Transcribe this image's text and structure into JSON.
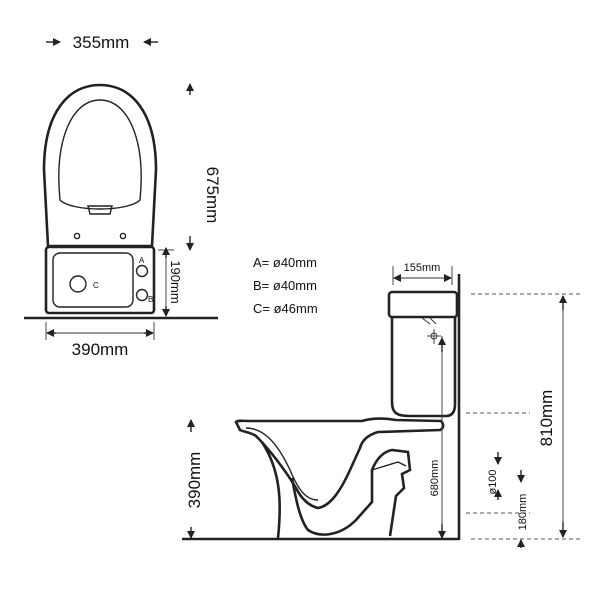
{
  "top_view": {
    "width_label": "355mm",
    "length_label": "675mm",
    "tank_depth_label": "190mm",
    "base_width_label": "390mm",
    "marker_a": "A",
    "marker_b": "B",
    "marker_c": "C"
  },
  "legend": {
    "a": "A= ø40mm",
    "b": "B= ø40mm",
    "c": "C= ø46mm"
  },
  "side_view": {
    "tank_depth_label": "155mm",
    "total_height_label": "810mm",
    "bowl_height_label": "390mm",
    "inlet_height_label": "680mm",
    "outlet_diameter_label": "ø100",
    "outlet_height_label": "180mm"
  }
}
